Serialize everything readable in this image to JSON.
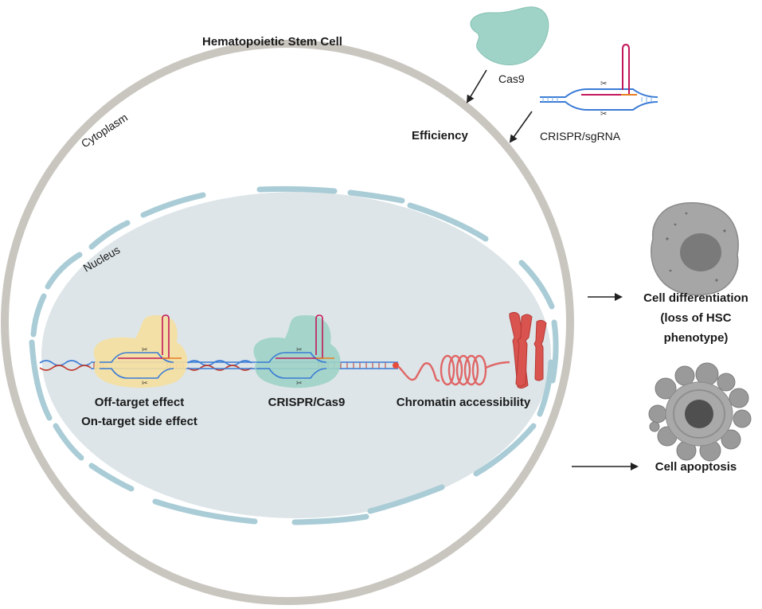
{
  "title": "Hematopoietic Stem Cell",
  "inputs": {
    "cas9_label": "Cas9",
    "crispr_label": "CRISPR/sgRNA"
  },
  "compartments": {
    "cytoplasm_label": "Cytoplasm",
    "nucleus_label": "Nucleus",
    "efficiency_label": "Efficiency"
  },
  "dna_elements": {
    "off_target_line1": "Off-target effect",
    "off_target_line2": "On-target side effect",
    "crispr_cas9_label": "CRISPR/Cas9",
    "chromatin_label": "Chromatin accessibility"
  },
  "outcomes": {
    "differentiation_line1": "Cell differentiation",
    "differentiation_line2": "(loss of HSC",
    "differentiation_line3": "phenotype)",
    "apoptosis_label": "Cell apoptosis"
  },
  "colors": {
    "cell_membrane": "#c9c6bf",
    "nucleus_fill": "#dde5e8",
    "nuclear_envelope": "#a9ccd6",
    "cas9_protein": "#9fd3c7",
    "off_target_protein": "#f5dfa0",
    "dna_blue": "#3a7bd5",
    "dna_red": "#c0392b",
    "sgrna_pink": "#c2185b",
    "chromatin_red": "#e06666",
    "chromosome_red": "#d9534f",
    "dead_cell_gray": "#9a9a9a"
  }
}
